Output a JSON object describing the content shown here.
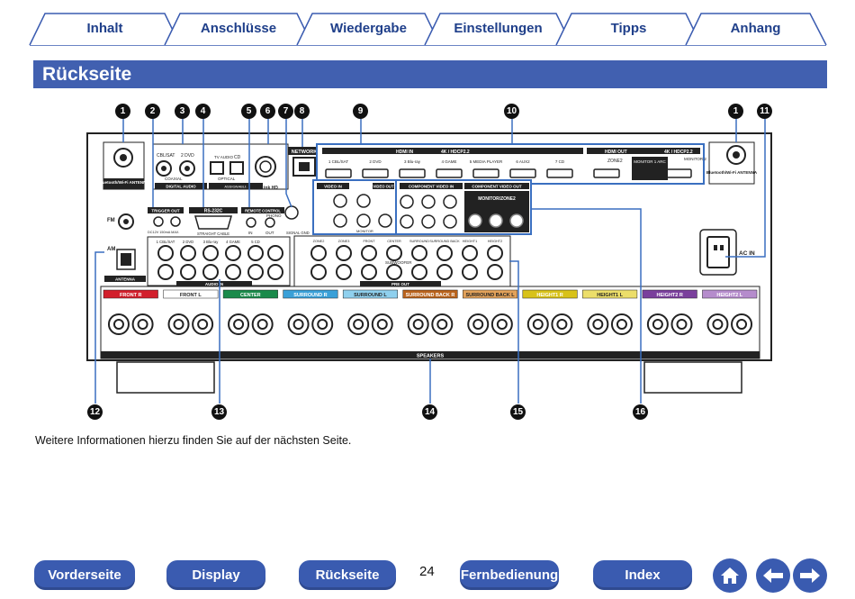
{
  "tabs": [
    {
      "label": "Inhalt"
    },
    {
      "label": "Anschlüsse"
    },
    {
      "label": "Wiedergabe"
    },
    {
      "label": "Einstellungen"
    },
    {
      "label": "Tipps"
    },
    {
      "label": "Anhang"
    }
  ],
  "section_title": "Rückseite",
  "panel": {
    "callouts": [
      "1",
      "2",
      "3",
      "4",
      "5",
      "6",
      "7",
      "8",
      "9",
      "10",
      "1",
      "11",
      "12",
      "13",
      "14",
      "15",
      "16"
    ],
    "labels": {
      "bt_antenna": "Bluetooth/Wi-Fi ANTENNA",
      "digital_audio": "DIGITAL AUDIO",
      "coaxial": "COAXIAL",
      "optical": "OPTICAL",
      "cbl_sat": "CBL/SAT",
      "dvd": "2 DVD",
      "tv_audio": "TV AUDIO",
      "cd": "CD",
      "denon_link": "Denon Link HD",
      "network": "NETWORK",
      "hdmi_in": "HDMI IN",
      "hdmi_spec": "4K / HDCP2.2",
      "assignable": "ASSIGNABLE",
      "hdmi_out": "HDMI OUT",
      "zone2": "ZONE2",
      "monitor_arc": "MONITOR 1 ARC",
      "monitor2": "MONITOR 2",
      "trigger_out": "TRIGGER OUT",
      "trigger_spec": "DC12V 150mA MAX.",
      "rs232c": "RS-232C",
      "straight_cable": "STRAIGHT CABLE",
      "remote_control": "REMOTE CONTROL",
      "ir_in": "IN",
      "ir_out": "OUT",
      "phono": "PHONO",
      "signal_gnd": "SIGNAL GND",
      "video_in": "VIDEO IN",
      "video_out": "VIDEO OUT",
      "component_in": "COMPONENT VIDEO IN",
      "component_out": "COMPONENT VIDEO OUT",
      "monitor_zone2": "MONITOR/ZONE2",
      "monitor": "MONITOR",
      "fm": "FM",
      "am": "AM",
      "antenna": "ANTENNA",
      "audio_in": "AUDIO IN",
      "pre_out": "PRE OUT",
      "subwoofer": "SUBWOOFER",
      "ac_in": "AC IN",
      "speakers": "SPEAKERS"
    },
    "hdmi_inputs": [
      "1 CBL/SAT",
      "2 DVD",
      "3 Blu-ray",
      "4 GAME",
      "5 MEDIA PLAYER",
      "6 AUX2",
      "7 CD"
    ],
    "audio_inputs": [
      "1 CBL/SAT",
      "2 DVD",
      "3 Blu-ray",
      "4 GAME",
      "5 CD"
    ],
    "pre_outs": [
      "ZONE2",
      "ZONE3",
      "FRONT",
      "CENTER",
      "SURROUND",
      "SURROUND BACK",
      "HEIGHT1",
      "HEIGHT2"
    ],
    "speaker_groups": [
      {
        "label": "FRONT R",
        "color": "#d21f2c"
      },
      {
        "label": "FRONT L",
        "color": "#ffffff"
      },
      {
        "label": "CENTER",
        "color": "#1a8a4a"
      },
      {
        "label": "SURROUND R",
        "color": "#3aa0d8"
      },
      {
        "label": "SURROUND L",
        "color": "#8fd0ee"
      },
      {
        "label": "SURROUND BACK R",
        "color": "#b8621c"
      },
      {
        "label": "SURROUND BACK L",
        "color": "#e3a25a"
      },
      {
        "label": "HEIGHT1 R",
        "color": "#d8c21a"
      },
      {
        "label": "HEIGHT1 L",
        "color": "#ecde6a"
      },
      {
        "label": "HEIGHT2 R",
        "color": "#7a3f9c"
      },
      {
        "label": "HEIGHT2 L",
        "color": "#b58ccc"
      }
    ]
  },
  "note": "Weitere Informationen hierzu finden Sie auf der nächsten Seite.",
  "page_number": "24",
  "nav": {
    "vorderseite": "Vorderseite",
    "display": "Display",
    "rueckseite": "Rückseite",
    "fernbedienung": "Fernbedienung",
    "index": "Index"
  },
  "icons": [
    "home-icon",
    "arrow-left-icon",
    "arrow-right-icon"
  ]
}
